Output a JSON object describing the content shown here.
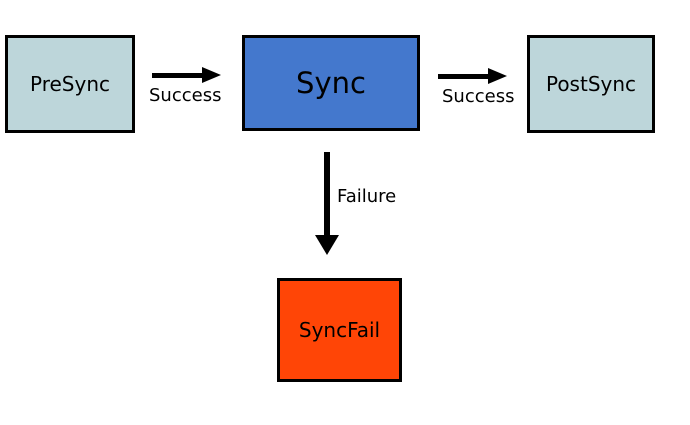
{
  "diagram": {
    "title": "sync state flow diagram",
    "background": "#ffffff",
    "node_border_color": "#000000",
    "arrow_color": "#000000",
    "nodes": {
      "presync": {
        "label": "PreSync",
        "fill": "#bdd6da"
      },
      "sync": {
        "label": "Sync",
        "fill": "#4478cd"
      },
      "postsync": {
        "label": "PostSync",
        "fill": "#bdd6da"
      },
      "syncfail": {
        "label": "SyncFail",
        "fill": "#ff4506"
      }
    },
    "edges": {
      "presync_to_sync": {
        "label": "Success",
        "direction": "right"
      },
      "sync_to_postsync": {
        "label": "Success",
        "direction": "right"
      },
      "sync_to_syncfail": {
        "label": "Failure",
        "direction": "down"
      }
    }
  }
}
